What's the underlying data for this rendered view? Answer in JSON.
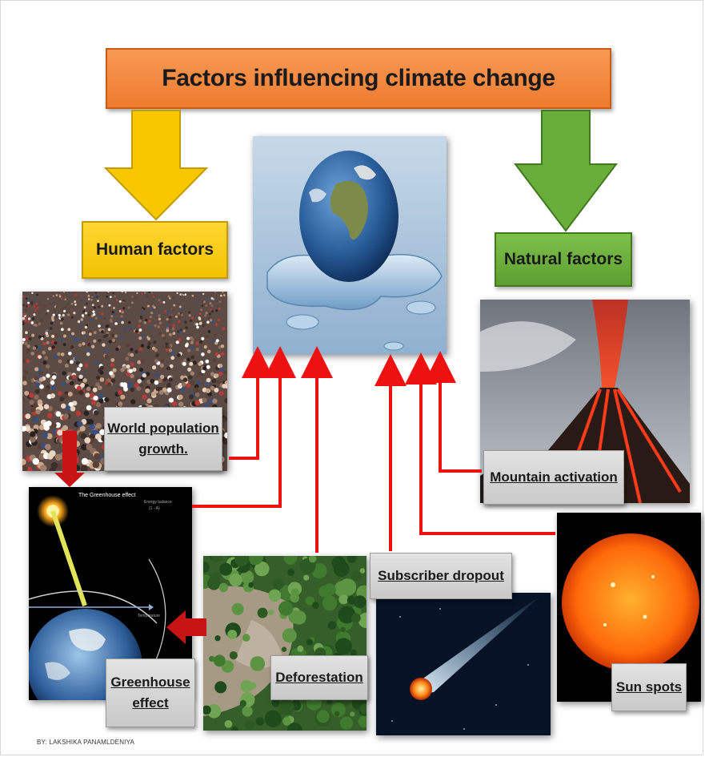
{
  "title": "Factors influencing climate change",
  "categories": {
    "human": "Human factors",
    "natural": "Natural factors"
  },
  "captions": {
    "population_line1": "World population",
    "population_line2": "growth.",
    "greenhouse_line1": "Greenhouse",
    "greenhouse_line2": "effect",
    "deforestation": "Deforestation",
    "subscriber_dropout": "Subscriber dropout",
    "mountain_activation": "Mountain activation",
    "sun_spots": "Sun spots"
  },
  "greenhouse_figure": {
    "heading": "The Greenhouse effect",
    "inset_line1": "Energy balance",
    "inset_line2": "(1 - A)",
    "axis_label": "Temperature"
  },
  "credit": "BY: LAKSHIKA PANAMLDENIYA",
  "colors": {
    "title_fill": "#ef7b2e",
    "human_fill": "#f2c200",
    "natural_fill": "#5d9f31",
    "connector": "#ee1111",
    "thick_arrow": "#c81414"
  }
}
